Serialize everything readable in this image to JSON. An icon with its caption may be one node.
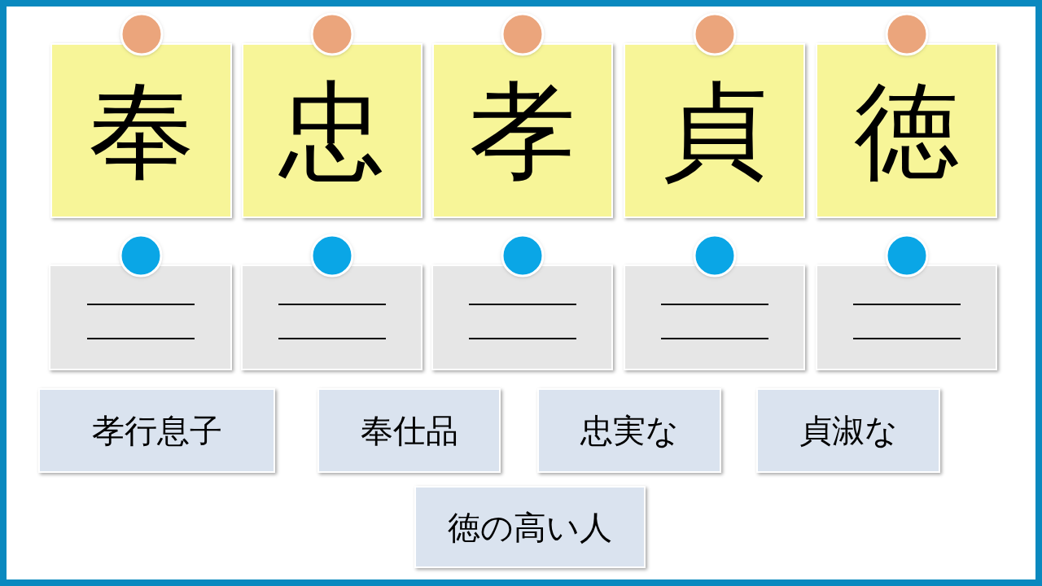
{
  "diagram": {
    "nodes": [
      {
        "text": [
          "奉"
        ]
      },
      {
        "text": [
          "忠"
        ]
      },
      {
        "text": [
          "孝"
        ]
      },
      {
        "text": [
          "貞"
        ]
      },
      {
        "text": [
          "徳"
        ]
      },
      {
        "text": [],
        "shape": "box"
      },
      {
        "text": [],
        "shape": "box"
      },
      {
        "text": [],
        "shape": "box"
      },
      {
        "text": [],
        "shape": "box"
      },
      {
        "text": [],
        "shape": "box"
      },
      {
        "text": [
          "孝行息子"
        ]
      },
      {
        "text": [
          "奉仕品"
        ]
      },
      {
        "text": [
          "忠実な"
        ]
      },
      {
        "text": [
          "貞淑な"
        ]
      },
      {
        "text": [
          "徳の高い人"
        ]
      }
    ],
    "edges": []
  }
}
